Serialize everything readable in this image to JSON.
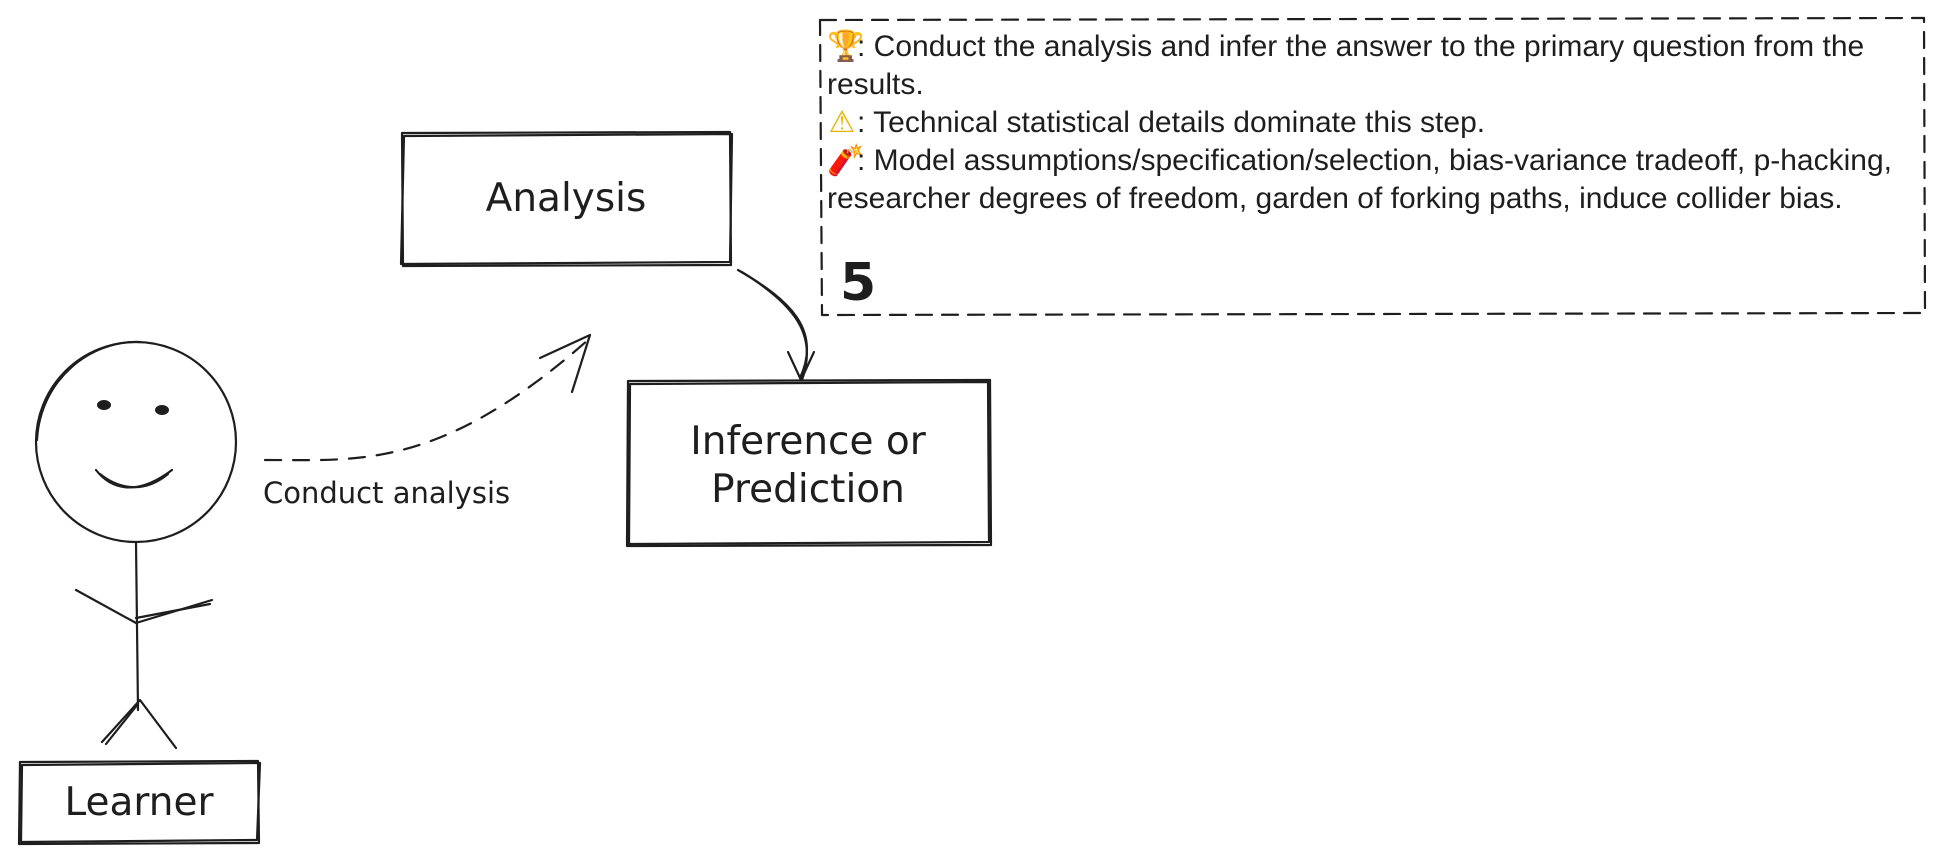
{
  "nodes": {
    "analysis": "Analysis",
    "inference_line1": "Inference or",
    "inference_line2": "Prediction",
    "learner": "Learner"
  },
  "edges": {
    "conduct_analysis": "Conduct analysis"
  },
  "note": {
    "goal_icon": "trophy-icon",
    "goal": ": Conduct the analysis and infer the answer to the primary question from the results.",
    "warning_icon": "warning-icon",
    "warning": ": Technical statistical details dominate this step.",
    "pitfalls_icon": "dynamite-icon",
    "pitfalls": ": Model assumptions/specification/selection, bias-variance tradeoff, p-hacking, researcher degrees of freedom, garden of forking paths, induce collider bias.",
    "step_number": "5"
  }
}
